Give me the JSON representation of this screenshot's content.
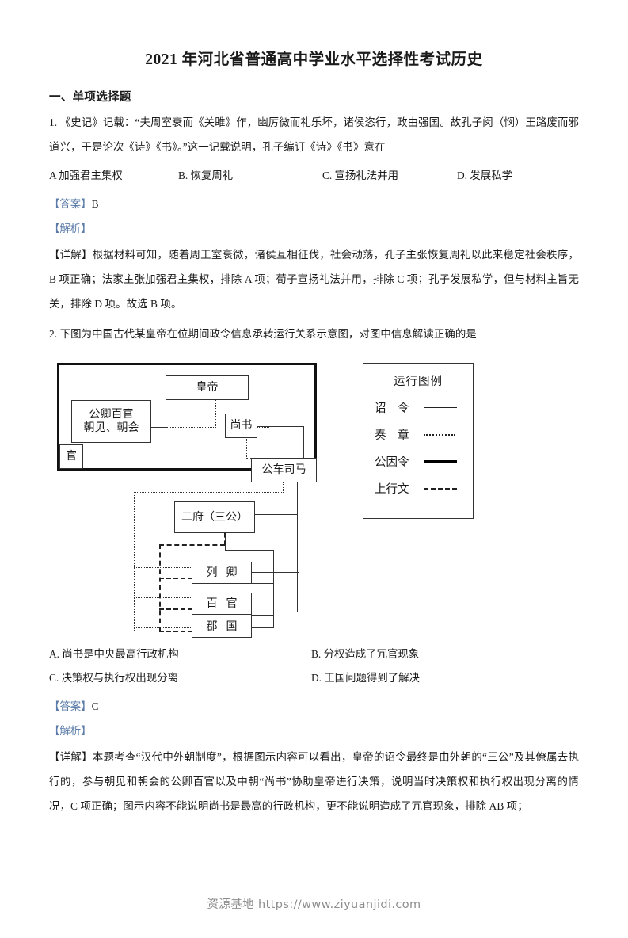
{
  "document": {
    "title": "2021 年河北省普通高中学业水平选择性考试历史",
    "section_heading": "一、单项选择题",
    "footer_watermark": "资源基地 https://www.ziyuanjidi.com",
    "tag_color": "#5b7ca8"
  },
  "questions": [
    {
      "number": "1.",
      "stem": "1. 《史记》记载：“夫周室衰而《关雎》作，幽厉微而礼乐坏，诸侯恣行，政由强国。故孔子闵（悯）王路废而邪道兴，于是论次《诗》《书》。”这一记载说明，孔子编订《诗》《书》意在",
      "options": [
        "A 加强君主集权",
        "B. 恢复周礼",
        "C. 宣扬礼法并用",
        "D. 发展私学"
      ],
      "answer_tag": "【答案】",
      "answer_value": "B",
      "analysis_tag": "【解析】",
      "detail_tag": "【详解】",
      "detail_text": "根据材料可知，随着周王室衰微，诸侯互相征伐，社会动荡，孔子主张恢复周礼以此来稳定社会秩序，B 项正确；法家主张加强君主集权，排除 A 项；荀子宣扬礼法并用，排除 C 项；孔子发展私学，但与材料主旨无关，排除 D 项。故选 B 项。"
    },
    {
      "number": "2.",
      "stem": "2. 下图为中国古代某皇帝在位期间政令信息承转运行关系示意图，对图中信息解读正确的是",
      "options": [
        "A. 尚书是中央最高行政机构",
        "B. 分权造成了冗官现象",
        "C. 决策权与执行权出现分离",
        "D. 王国问题得到了解决"
      ],
      "answer_tag": "【答案】",
      "answer_value": "C",
      "analysis_tag": "【解析】",
      "detail_tag": "【详解】",
      "detail_text": "本题考查“汉代中外朝制度”，根据图示内容可以看出，皇帝的诏令最终是由外朝的“三公”及其僚属去执行的，参与朝见和朝会的公卿百官以及中朝“尚书”协助皇帝进行决策，说明当时决策权和执行权出现分离的情况，C 项正确；图示内容不能说明尚书是最高的行政机构，更不能说明造成了冗官现象，排除 AB 项；"
    }
  ],
  "diagram": {
    "name": "政令信息承转运行关系示意图",
    "inner_court_frame_label": "官",
    "nodes": [
      {
        "id": "emperor",
        "label": "皇帝"
      },
      {
        "id": "gongqing",
        "label_line1": "公卿百官",
        "label_line2": "朝见、朝会"
      },
      {
        "id": "inner-official",
        "label": "官"
      },
      {
        "id": "shangshu",
        "label": "尚书"
      },
      {
        "id": "gongchesima",
        "label": "公车司马"
      },
      {
        "id": "erfu",
        "label": "二府（三公）"
      },
      {
        "id": "lieqing",
        "label": "列卿"
      },
      {
        "id": "baiguan",
        "label": "百官"
      },
      {
        "id": "junguo",
        "label": "郡国"
      }
    ],
    "legend": {
      "title": "运行图例",
      "items": [
        {
          "label": "诏　令",
          "style": "solid-thin"
        },
        {
          "label": "奏　章",
          "style": "dotted"
        },
        {
          "label": "公因令",
          "style": "solid-thick"
        },
        {
          "label": "上行文",
          "style": "dashed"
        }
      ]
    }
  }
}
